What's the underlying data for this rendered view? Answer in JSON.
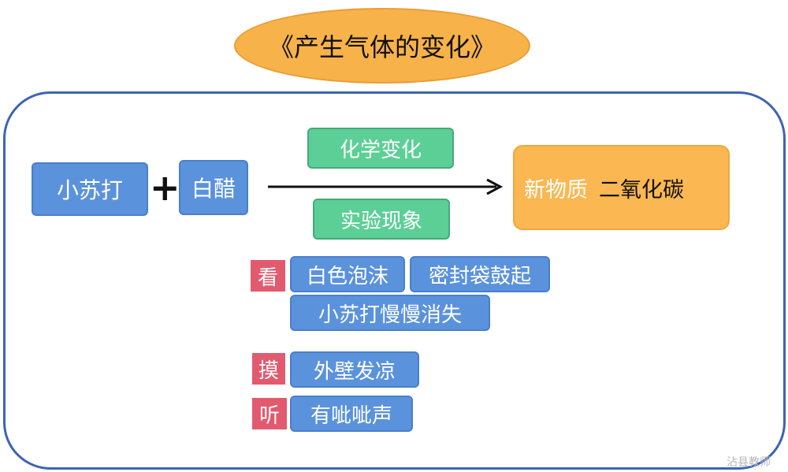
{
  "title": "《产生气体的变化》",
  "reactants": {
    "a": "小苏打",
    "plus": "+",
    "b": "白醋"
  },
  "arrow_labels": {
    "top": "化学变化",
    "bottom": "实验现象"
  },
  "product": {
    "label": "新物质",
    "name": "二氧化碳"
  },
  "observations": [
    {
      "sense": "看",
      "items": [
        "白色泡沫",
        "密封袋鼓起",
        "小苏打慢慢消失"
      ]
    },
    {
      "sense": "摸",
      "items": [
        "外壁发凉"
      ]
    },
    {
      "sense": "听",
      "items": [
        "有呲呲声"
      ]
    }
  ],
  "watermark": "沾县教师",
  "colors": {
    "title_fill": "#f8b24a",
    "frame_border": "#3d64b3",
    "blue_box": "#5b92dc",
    "green_box": "#5ccf96",
    "orange_box": "#fbb751",
    "sense_tag": "#e25a6e"
  }
}
